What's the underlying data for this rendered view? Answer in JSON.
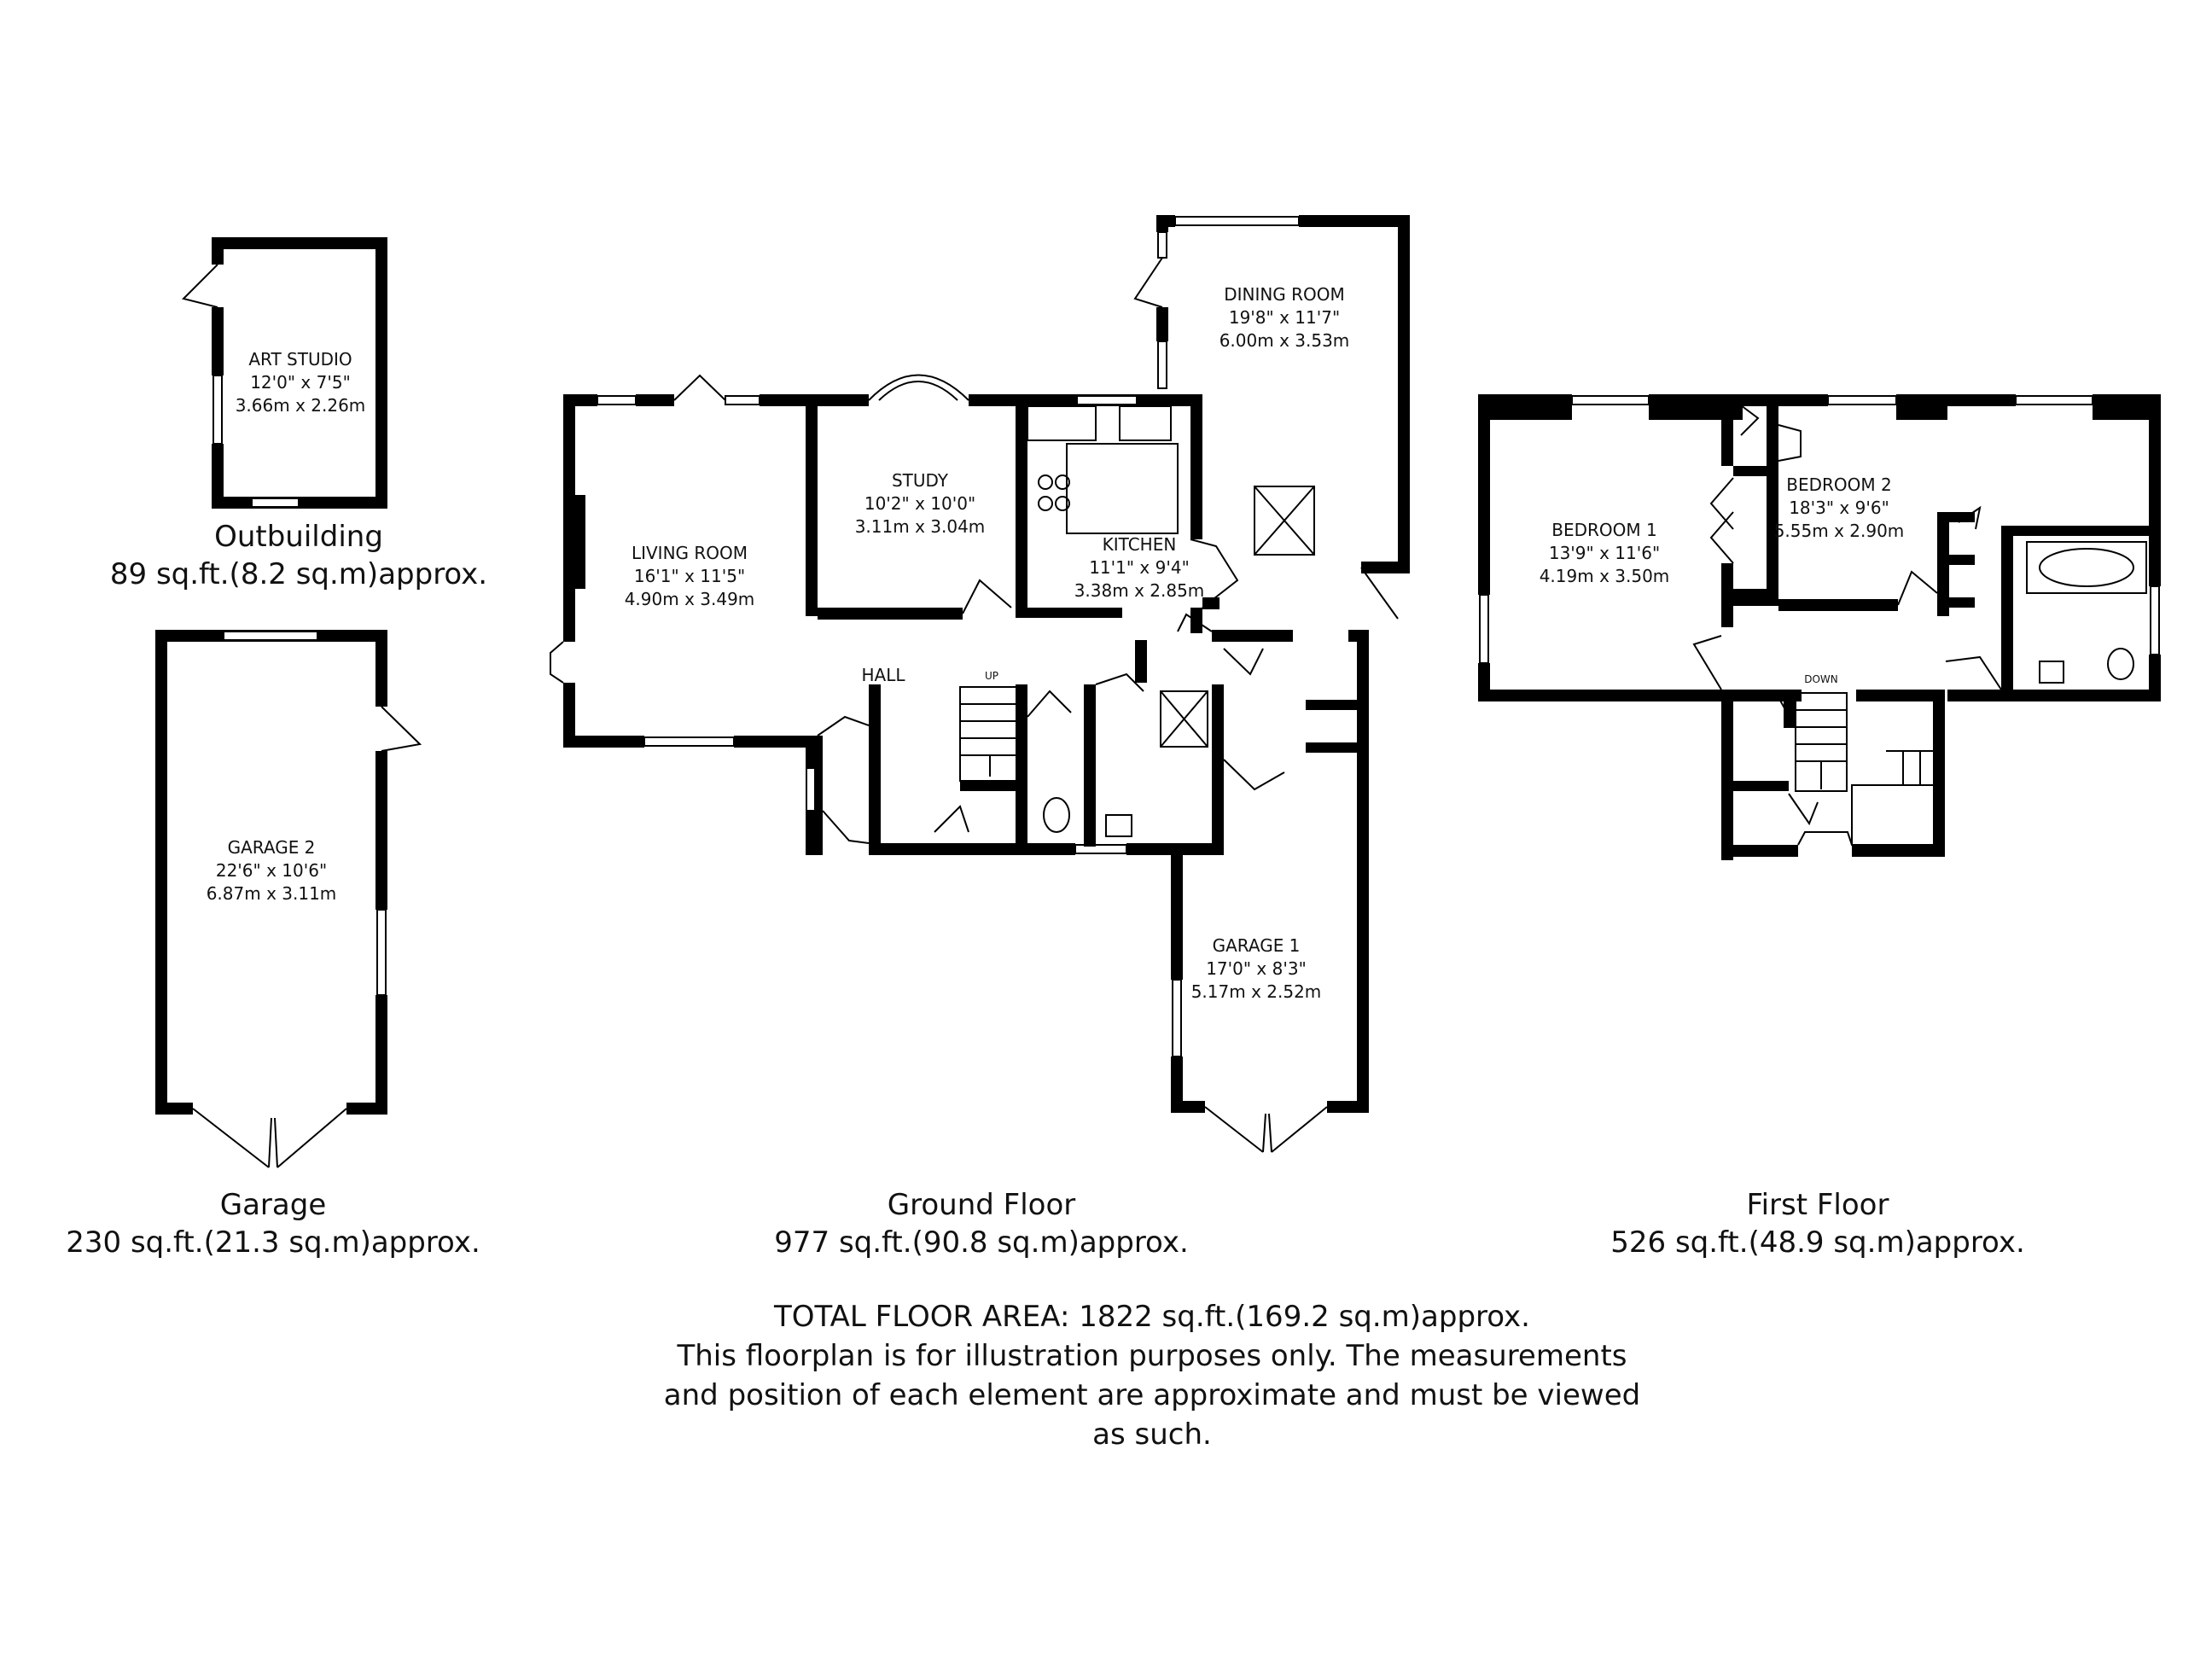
{
  "rooms": {
    "art_studio": {
      "name": "ART STUDIO",
      "imperial": "12'0\" x 7'5\"",
      "metric": "3.66m x 2.26m"
    },
    "garage_2": {
      "name": "GARAGE 2",
      "imperial": "22'6\" x 10'6\"",
      "metric": "6.87m x 3.11m"
    },
    "living_room": {
      "name": "LIVING ROOM",
      "imperial": "16'1\" x 11'5\"",
      "metric": "4.90m x 3.49m"
    },
    "study": {
      "name": "STUDY",
      "imperial": "10'2\" x 10'0\"",
      "metric": "3.11m x 3.04m"
    },
    "kitchen": {
      "name": "KITCHEN",
      "imperial": "11'1\" x 9'4\"",
      "metric": "3.38m x 2.85m"
    },
    "dining_room": {
      "name": "DINING ROOM",
      "imperial": "19'8\" x 11'7\"",
      "metric": "6.00m x 3.53m"
    },
    "hall": {
      "name": "HALL"
    },
    "garage_1": {
      "name": "GARAGE 1",
      "imperial": "17'0\" x 8'3\"",
      "metric": "5.17m x 2.52m"
    },
    "bedroom_1": {
      "name": "BEDROOM 1",
      "imperial": "13'9\" x 11'6\"",
      "metric": "4.19m x 3.50m"
    },
    "bedroom_2": {
      "name": "BEDROOM 2",
      "imperial": "18'3\" x 9'6\"",
      "metric": "5.55m x 2.90m"
    }
  },
  "stairs": {
    "up_label": "UP",
    "down_label": "DOWN"
  },
  "floors": {
    "outbuilding": {
      "title": "Outbuilding",
      "area": "89 sq.ft.(8.2 sq.m)approx."
    },
    "garage": {
      "title": "Garage",
      "area": "230 sq.ft.(21.3 sq.m)approx."
    },
    "ground": {
      "title": "Ground Floor",
      "area": "977 sq.ft.(90.8 sq.m)approx."
    },
    "first": {
      "title": "First Floor",
      "area": "526 sq.ft.(48.9 sq.m)approx."
    }
  },
  "footer": {
    "total": "TOTAL FLOOR AREA: 1822 sq.ft.(169.2 sq.m)approx.",
    "disclaimer_1": "This floorplan is for illustration purposes only. The measurements",
    "disclaimer_2": "and position of each element are approximate and must be viewed",
    "disclaimer_3": "as such."
  }
}
